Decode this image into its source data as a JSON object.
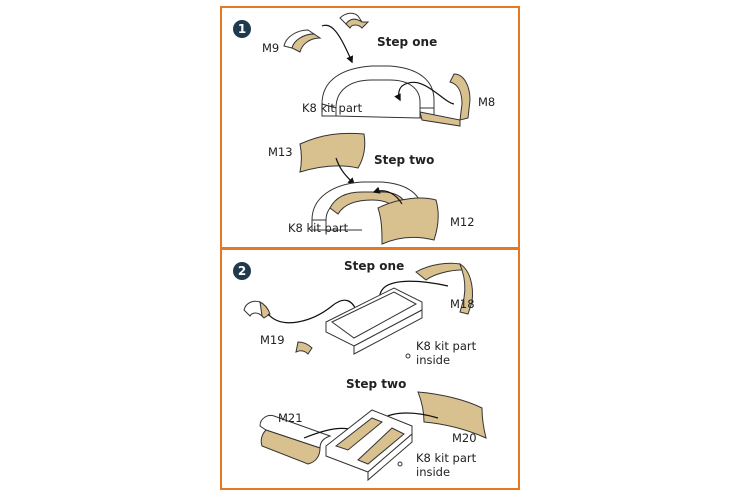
{
  "panel1": {
    "badge": "1",
    "step_one": "Step one",
    "step_two": "Step two",
    "labels": {
      "m9": "M9",
      "m8": "M8",
      "m13": "M13",
      "m12": "M12",
      "kit_a": "K8 kit part",
      "kit_b": "K8 kit part"
    }
  },
  "panel2": {
    "badge": "2",
    "step_one": "Step one",
    "step_two": "Step two",
    "labels": {
      "m18": "M18",
      "m19": "M19",
      "m21": "M21",
      "m20": "M20",
      "kit_a1": "K8 kit part",
      "kit_a2": "inside",
      "kit_b1": "K8 kit part",
      "kit_b2": "inside"
    }
  },
  "colors": {
    "frame": "#e87722",
    "badge": "#1f3a4d",
    "decal": "#d9c08f"
  }
}
